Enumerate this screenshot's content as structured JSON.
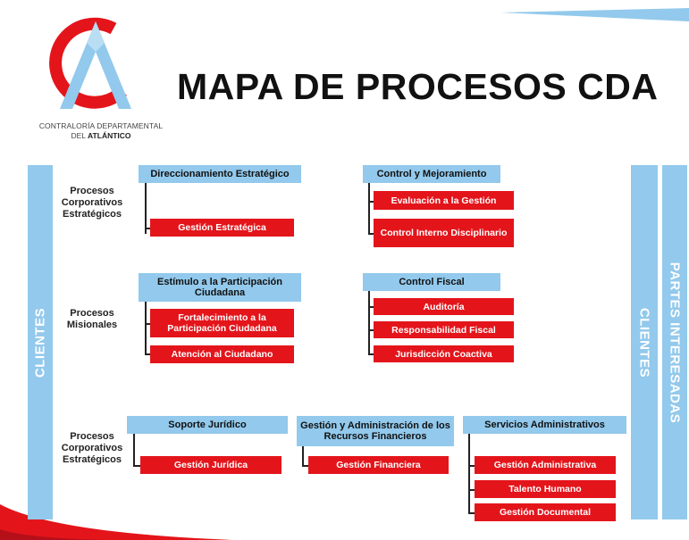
{
  "title": "MAPA DE PROCESOS CDA",
  "logo": {
    "line1": "CONTRALORÍA DEPARTAMENTAL",
    "line2_prefix": "DEL ",
    "line2_bold": "ATLÁNTICO"
  },
  "side_bars": {
    "left": "CLIENTES",
    "right": "CLIENTES",
    "far_right": "PARTES INTERESADAS"
  },
  "groups": {
    "estrategicos_top": "Procesos Corporativos Estratégicos",
    "misionales": "Procesos Misionales",
    "estrategicos_bottom": "Procesos Corporativos Estratégicos"
  },
  "boxes": {
    "direccionamiento": {
      "header": "Direccionamiento Estratégico",
      "items": [
        "Gestión Estratégica"
      ]
    },
    "control_mejoramiento": {
      "header": "Control y Mejoramiento",
      "items": [
        "Evaluación a la Gestión",
        "Control Interno Disciplinario"
      ]
    },
    "estimulo": {
      "header": "Estímulo a la Participación Ciudadana",
      "items": [
        "Fortalecimiento a la Participación Ciudadana",
        "Atención al Ciudadano"
      ]
    },
    "control_fiscal": {
      "header": "Control Fiscal",
      "items": [
        "Auditoría",
        "Responsabilidad Fiscal",
        "Jurisdicción Coactiva"
      ]
    },
    "soporte_juridico": {
      "header": "Soporte Jurídico",
      "items": [
        "Gestión Jurídica"
      ]
    },
    "recursos_financieros": {
      "header": "Gestión y Administración de los Recursos Financieros",
      "items": [
        "Gestión Financiera"
      ]
    },
    "servicios_admin": {
      "header": "Servicios Administrativos",
      "items": [
        "Gestión Administrativa",
        "Talento Humano",
        "Gestión Documental"
      ]
    }
  },
  "colors": {
    "header_blue": "#92c9ec",
    "item_red": "#e3151b",
    "bar_blue": "#92c9ec"
  }
}
